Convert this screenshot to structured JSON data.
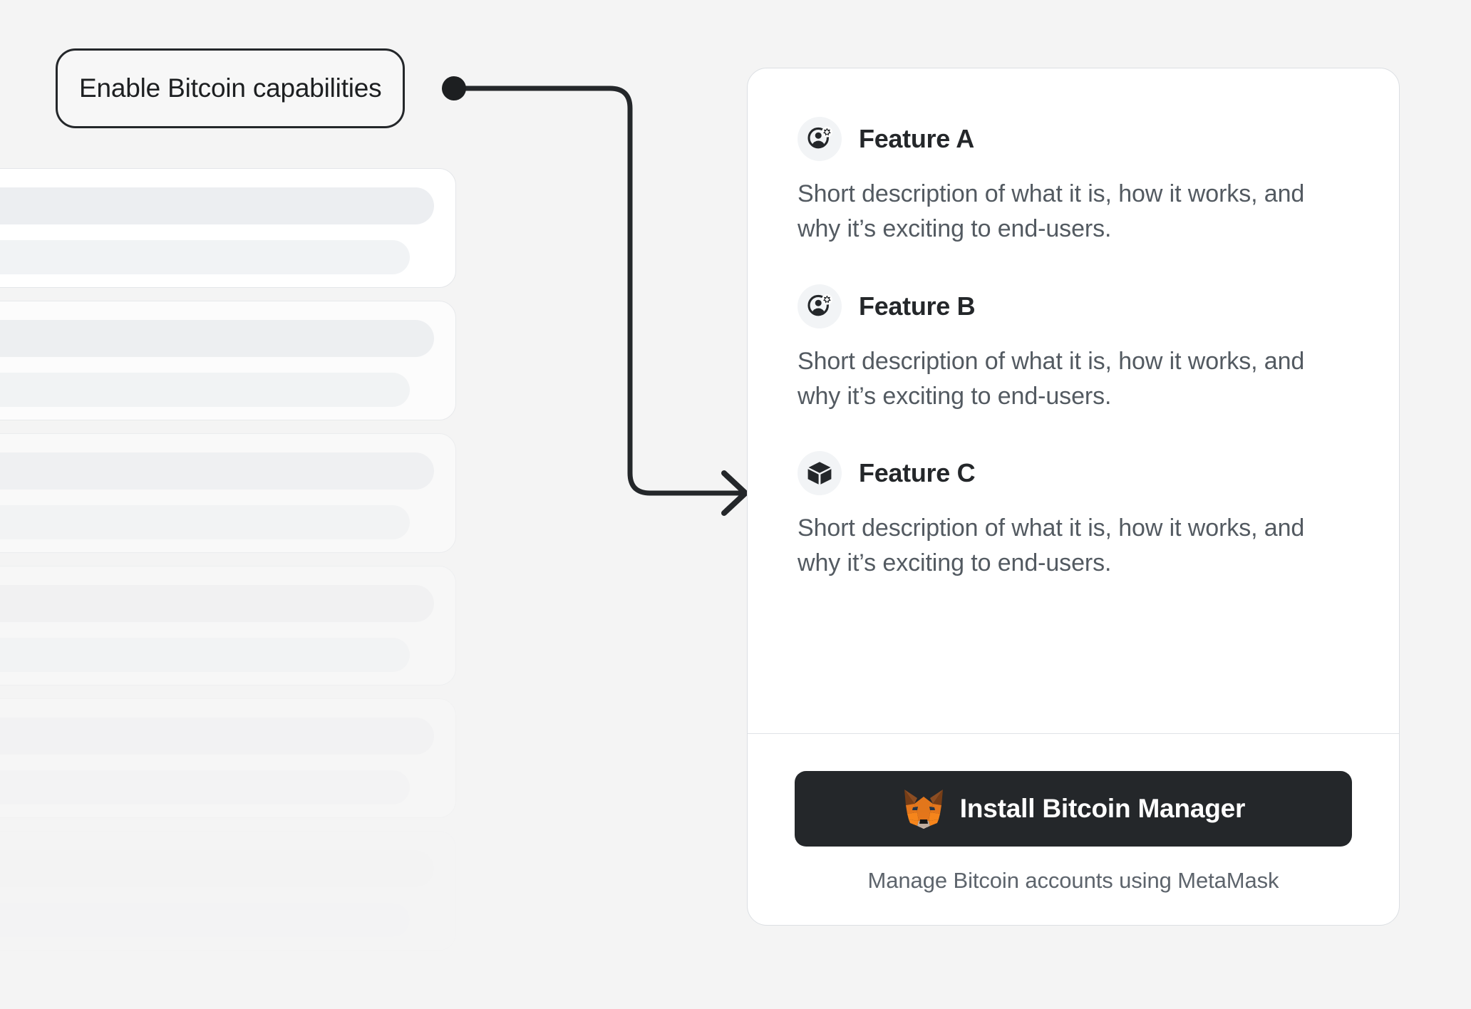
{
  "page": {
    "background_color": "#f4f4f4",
    "text_color": "#24272a",
    "muted_text_color": "#535a61"
  },
  "annotation": {
    "label": "Enable Bitcoin capabilities",
    "dot_color": "#1d1f21",
    "connector_color": "#24272a",
    "target": "feature-card"
  },
  "card": {
    "background_color": "#ffffff",
    "border_color": "#dcdfe3",
    "features": [
      {
        "icon": "add-account-icon",
        "title": "Feature A",
        "description": "Short description of what it is, how it works, and why it’s exciting to end-users."
      },
      {
        "icon": "add-account-icon",
        "title": "Feature B",
        "description": "Short description of what it is, how it works, and why it’s exciting to end-users."
      },
      {
        "icon": "cube-icon",
        "title": "Feature C",
        "description": "Short description of what it is, how it works, and why it’s exciting to end-users."
      }
    ],
    "footer": {
      "install_label": "Install Bitcoin Manager",
      "install_icon": "metamask-fox-icon",
      "button_color": "#24272a",
      "button_text_color": "#ffffff",
      "caption": "Manage Bitcoin accounts using MetaMask"
    }
  },
  "background_skeleton": {
    "card_count": 6,
    "card_color": "#ffffff",
    "bar_color": "#eceef1"
  }
}
